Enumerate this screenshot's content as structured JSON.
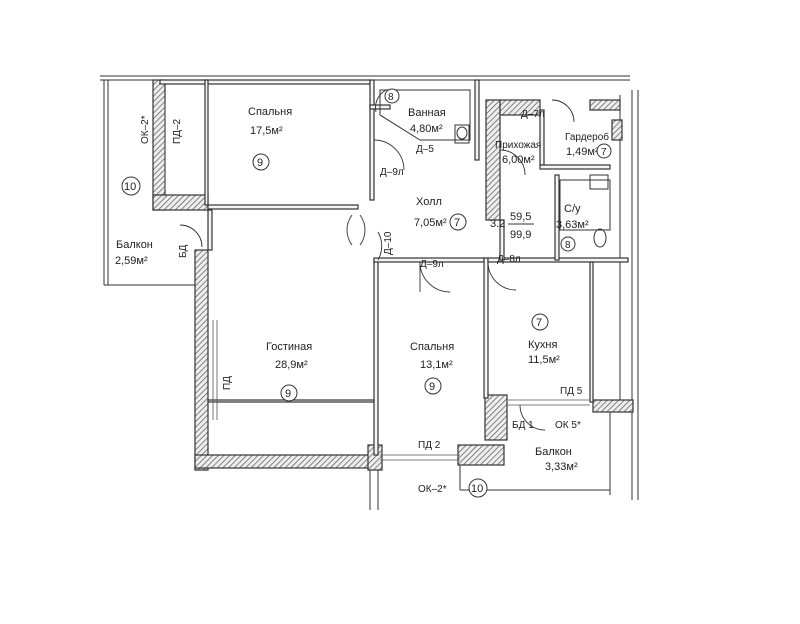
{
  "rooms": {
    "bedroom1": {
      "name": "Спальня",
      "area": "17,5м²",
      "code": "9"
    },
    "bath": {
      "name": "Ванная",
      "area": "4,80м²",
      "code": "8"
    },
    "hall": {
      "name": "Прихожая",
      "area": "6,00м²"
    },
    "wardrobe": {
      "name": "Гардероб",
      "area": "1,49м²",
      "code": "7"
    },
    "corridor": {
      "name": "Холл",
      "area": "7,05м²",
      "code": "7"
    },
    "wc": {
      "name": "С/у",
      "area": "3,63м²",
      "code": "8"
    },
    "living": {
      "name": "Гостиная",
      "area": "28,9м²",
      "code": "9"
    },
    "bedroom2": {
      "name": "Спальня",
      "area": "13,1м²",
      "code": "9"
    },
    "kitchen": {
      "name": "Кухня",
      "area": "11,5м²",
      "code": "7"
    },
    "balcony1": {
      "name": "Балкон",
      "area": "2,59м²",
      "code": "10"
    },
    "balcony2": {
      "name": "Балкон",
      "area": "3,33м²",
      "code": "10"
    }
  },
  "totals": {
    "section": "3.2",
    "living_area": "59,5",
    "total_area": "99,9"
  },
  "labels": {
    "d7": "Д–7л",
    "d5": "Д–5",
    "d9a": "Д–9л",
    "d10": "Д–10",
    "d9b": "Д–9л",
    "d8": "Д–8л",
    "ok2a": "ОК–2*",
    "pd2a": "ПД–2",
    "bd": "БД",
    "pd": "ПД",
    "pd5": "ПД 5",
    "bd1": "БД 1",
    "ok5": "ОК 5*",
    "pd2b": "ПД 2",
    "ok2b": "ОК–2*"
  }
}
